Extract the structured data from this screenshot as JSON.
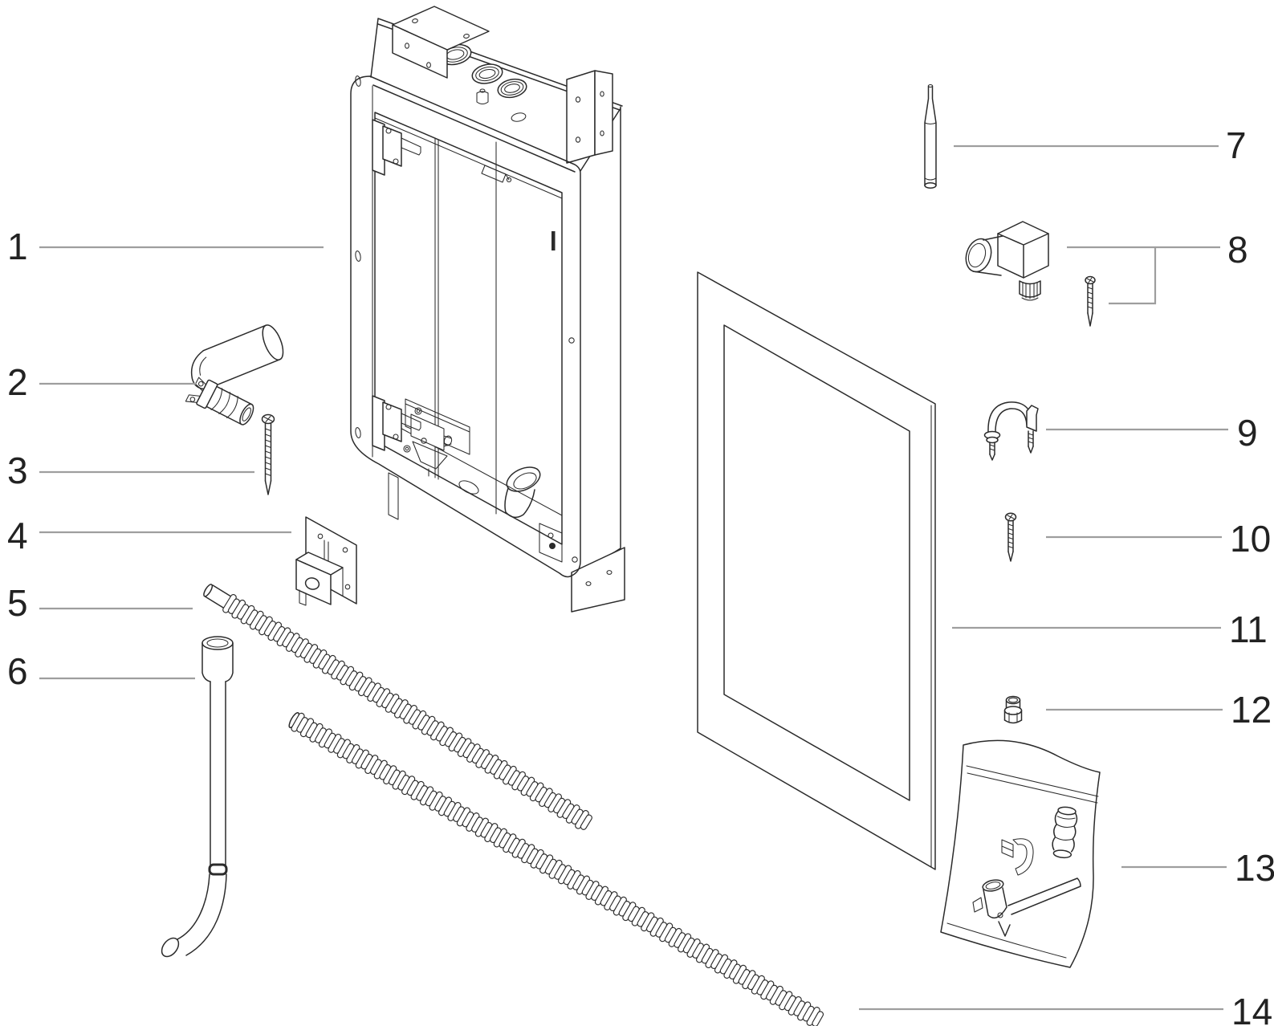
{
  "figure": {
    "type": "exploded-parts-diagram",
    "background": "#ffffff",
    "line_color": "#2b2b2b",
    "leader_color": "#9e9e9e",
    "label_color": "#222222"
  },
  "callouts": [
    "1",
    "2",
    "3",
    "4",
    "5",
    "6",
    "7",
    "8",
    "9",
    "10",
    "11",
    "12",
    "13",
    "14"
  ]
}
